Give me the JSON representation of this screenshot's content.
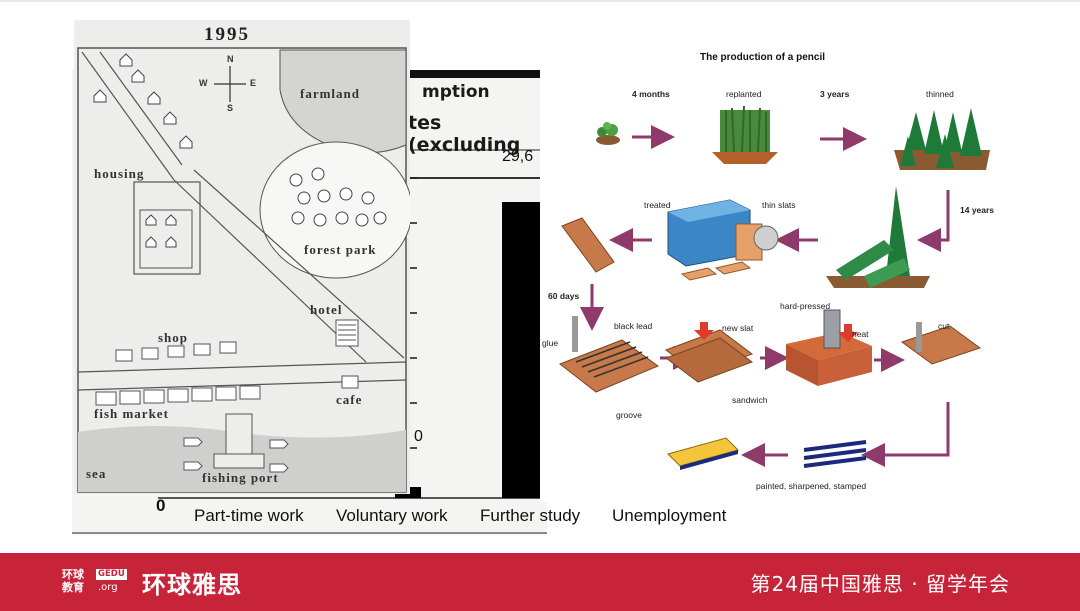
{
  "map": {
    "year": "1995",
    "compass": {
      "n": "N",
      "s": "S",
      "w": "W",
      "e": "E"
    },
    "labels": {
      "farmland": "farmland",
      "housing": "housing",
      "forest_park": "forest park",
      "hotel": "hotel",
      "shop": "shop",
      "fish_market": "fish market",
      "cafe": "cafe",
      "sea": "sea",
      "fishing_port": "fishing port"
    }
  },
  "bar_chart": {
    "header_line1": "mption",
    "header_line2": "tes (excluding",
    "zero_tick": "0",
    "data_labels": {
      "voluntary": "0",
      "further": "29,6"
    }
  },
  "chart_data": {
    "type": "bar",
    "title": "",
    "categories": [
      "Part-time work",
      "Voluntary work",
      "Further study",
      "Unemployment"
    ],
    "values": [
      0,
      1100,
      29600,
      0
    ],
    "ylim": [
      0,
      32000
    ],
    "xlabel": "",
    "ylabel": ""
  },
  "process": {
    "title": "The production of a pencil",
    "labels": {
      "m4": "4 months",
      "replanted": "replanted",
      "y3": "3 years",
      "thinned": "thinned",
      "y14": "14 years",
      "treated": "treated",
      "thin_slats": "thin slats",
      "d60": "60 days",
      "glue": "glue",
      "black_lead": "black lead",
      "groove": "groove",
      "new_slat": "new slat",
      "sandwich": "sandwich",
      "hard_pressed": "hard-pressed",
      "heat": "heat",
      "cut": "cut",
      "painted": "painted, sharpened, stamped"
    }
  },
  "footer": {
    "logo_line1": "环球",
    "logo_line2": "教育",
    "logo_gedu": "GEDU",
    "logo_org": ".org",
    "brand": "环球雅思",
    "event": "第24届中国雅思 · 留学年会"
  },
  "colors": {
    "footer_bg": "#c7243a",
    "arrow": "#8e3a6a",
    "bar": "#000000"
  }
}
